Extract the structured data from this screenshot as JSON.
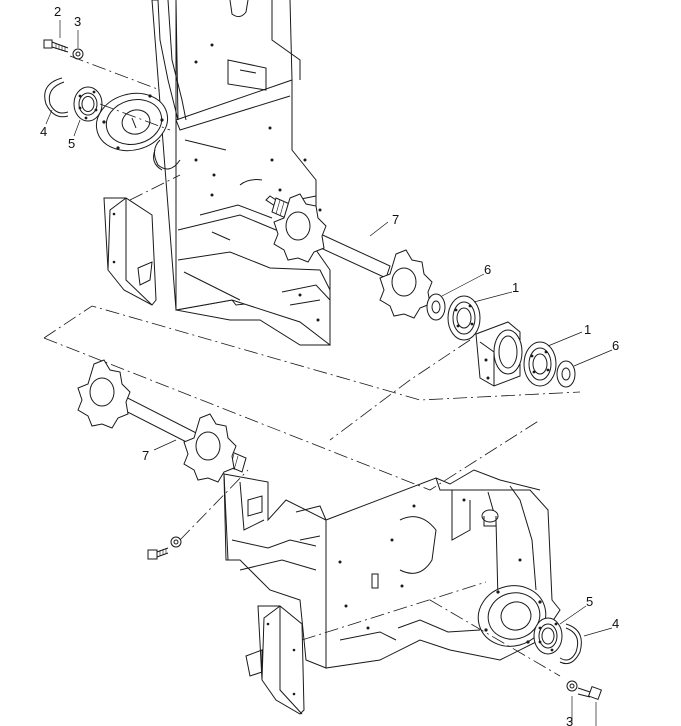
{
  "figure": {
    "callouts": {
      "c1a": "1",
      "c1b": "1",
      "c2": "2",
      "c3a": "3",
      "c3b": "3",
      "c4a": "4",
      "c4b": "4",
      "c5a": "5",
      "c5b": "5",
      "c6a": "6",
      "c6b": "6",
      "c7a": "7",
      "c7b": "7"
    }
  }
}
